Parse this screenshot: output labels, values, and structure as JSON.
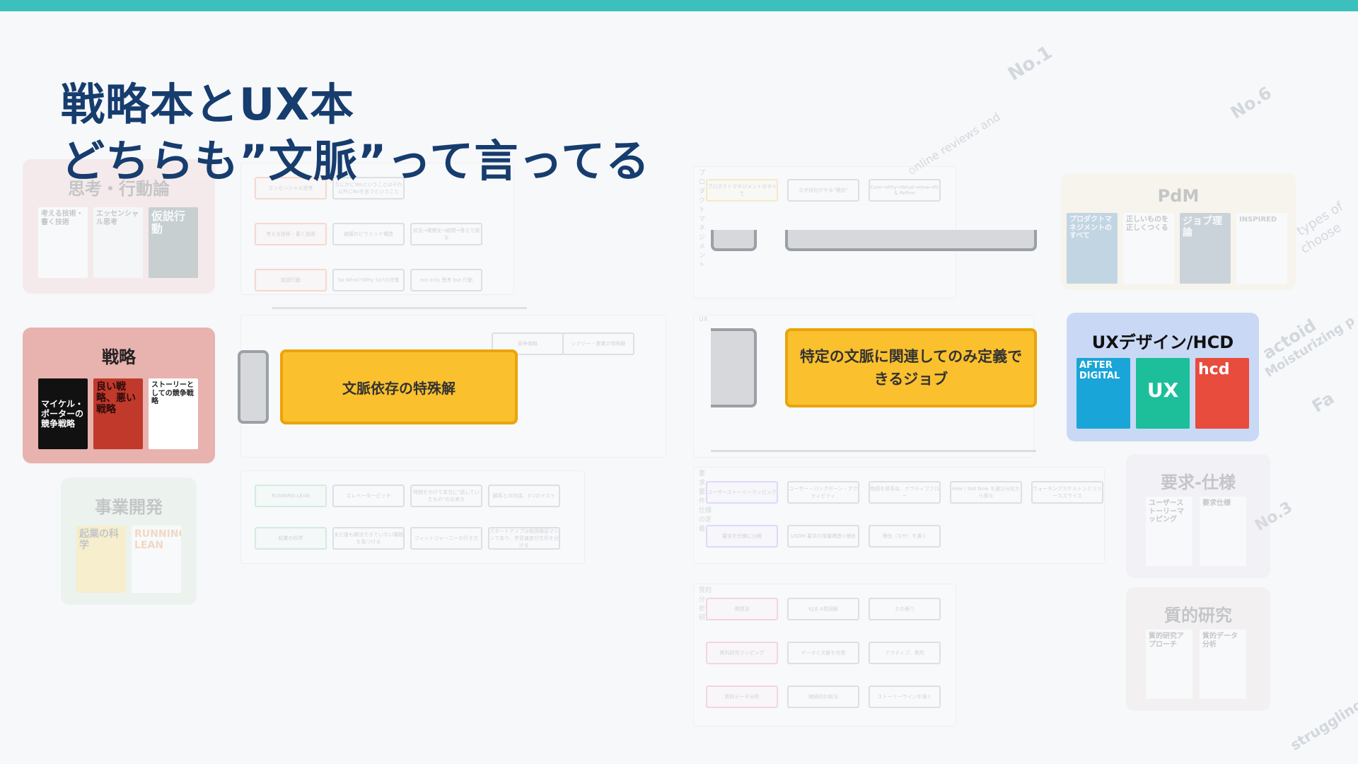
{
  "header": {
    "title_line1": "戦略本とUX本",
    "title_line2": "どちらも”文脈”って言ってる"
  },
  "highlights": {
    "left": "文脈依存の特殊解",
    "right": "特定の文脈に関連してのみ定義できるジョブ"
  },
  "cards": {
    "thinking": {
      "title": "思考・行動論",
      "books": [
        "考える技術・書く技術",
        "エッセンシャル思考",
        "仮説行動"
      ]
    },
    "strategy": {
      "title": "戦略",
      "books": [
        "マイケル・ポーターの競争戦略",
        "良い戦略、悪い戦略",
        "ストーリーとしての競争戦略"
      ]
    },
    "bizdev": {
      "title": "事業開発",
      "books": [
        "起業の科学",
        "RUNNING LEAN"
      ]
    },
    "pdm": {
      "title": "PdM",
      "books": [
        "プロダクトマネジメントのすべて",
        "正しいものを正しくつくる",
        "ジョブ理論",
        "INSPIRED"
      ]
    },
    "ux": {
      "title": "UXデザイン/HCD",
      "books": [
        "AFTER DIGITAL",
        "UX",
        "hcd"
      ]
    },
    "requirements": {
      "title": "要求-仕様",
      "books": [
        "ユーザーストーリーマッピング",
        "要求仕様"
      ]
    },
    "qualitative": {
      "title": "質的研究",
      "books": [
        "質的研究アプローチ",
        "質的データ分析"
      ]
    }
  },
  "board": {
    "panel_labels": [
      "プロダクトマネジメント",
      "UX",
      "要求・要件・仕様の定義",
      "質的分析・研究"
    ],
    "stickies_left": [
      "エッセンシャル思考",
      "なにかにYesということはそれ以外にNoを言うということ",
      "考える技術・書く技術",
      "被膜のピラミッド構造",
      "状況→複雑化→疑問→答えで語る",
      "仮説行動",
      "So What?/Why So?の往復",
      "not only 思考 but 行動"
    ],
    "stickies_mid": [
      "競争戦略",
      "シナジー・異業の特殊解",
      "RUNNING LEAN",
      "エレベーターピッチ",
      "時間をかけて本当に\"話していたもの\"の出来方",
      "顧客との対話、3つのテスト",
      "起業の科学",
      "まだ誰も解決できていない課題を見つける",
      "フィットジャーニーの行き方",
      "スタートアップは仮説検証マシンであり、学習速度が生死を分ける"
    ],
    "stickies_right": [
      "プロダクトマネジメントのすべて",
      "なぜ自社がやる\"理由\"",
      "Core→Why→What→How→Fit & Refine",
      "ユーザーストーリーマッピング",
      "ユーザー・バックボーン・アクティビティ",
      "物語を体系化、ナラティブフロー",
      "How / Not Now を選び分化から探る",
      "ウォーキングスケルトンとリリーススライス",
      "要求を仕様に分解",
      "USDM 要求の階層構造+理由",
      "理由（なぜ）を書く",
      "発想法",
      "KJ法 A型図解",
      "土の香り",
      "質的研究マッピング",
      "データと文脈を往復",
      "ナラティブ、質的",
      "質的データ分析",
      "継続的比較法",
      "ストーリーラインを描く"
    ]
  },
  "watermark": [
    "No.1",
    "No.6",
    "online reviews and",
    "Moisturizing p",
    "types of",
    "choose",
    "struggling",
    "No.3",
    "Fa",
    "actoid"
  ]
}
